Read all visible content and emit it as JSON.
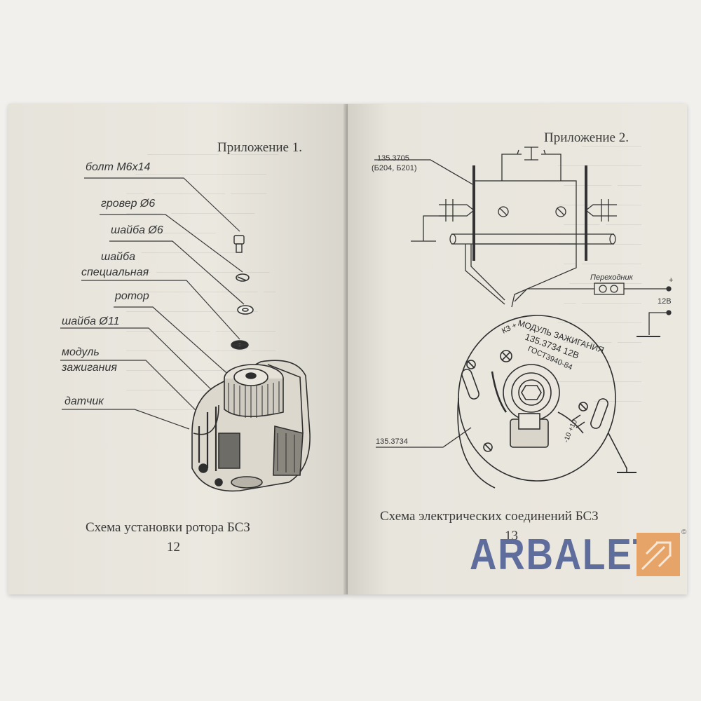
{
  "left_page": {
    "appendix": "Приложение 1.",
    "caption": "Схема установки ротора БСЗ",
    "page_number": "12",
    "parts": [
      "болт М6х14",
      "гровер Ø6",
      "шайба Ø6",
      "шайба",
      "специальная",
      "ротор",
      "шайба Ø11",
      "модуль",
      "зажигания",
      "датчик"
    ]
  },
  "right_page": {
    "appendix": "Приложение 2.",
    "caption": "Схема электрических соединений БСЗ",
    "page_number": "13",
    "labels": {
      "coil": "135.3705",
      "coil_variants": "(Б204, Б201)",
      "adapter": "Переходник",
      "voltage": "12В",
      "plus": "+",
      "kz": "КЗ +",
      "module_line1": "МОДУЛЬ ЗАЖИГАНИЯ",
      "module_line2": "135.3734  12В",
      "module_line3": "ГОСТ3940-84",
      "base_plate": "135.3734",
      "timing_plus": "+10",
      "timing_minus": "-10"
    }
  },
  "logo": {
    "text": "ARBALET",
    "copyright": "©",
    "text_color": "#5e6d9b",
    "mark_color": "#e7a468"
  }
}
